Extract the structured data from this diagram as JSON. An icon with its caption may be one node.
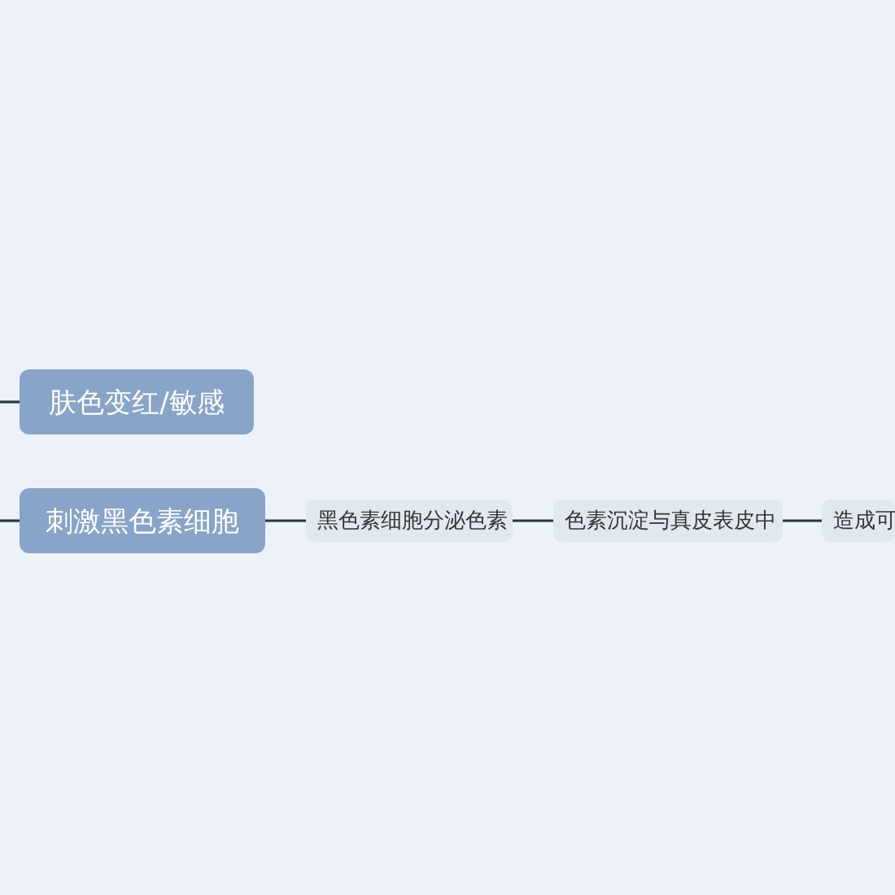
{
  "diagram": {
    "nodes": [
      {
        "text": [
          "肤色变红/敏感"
        ]
      },
      {
        "text": [
          "刺激黑色素细胞"
        ]
      },
      {
        "text": [
          "黑色素细胞分泌色素"
        ]
      },
      {
        "text": [
          "色素沉淀与真皮表皮中"
        ]
      },
      {
        "text": [
          "造成可"
        ]
      }
    ],
    "edges": [
      {
        "from": null,
        "to": 0,
        "arrow": "none"
      },
      {
        "from": null,
        "to": 1,
        "arrow": "none"
      },
      {
        "from": 1,
        "to": 2,
        "arrow": "none"
      },
      {
        "from": 2,
        "to": 3,
        "arrow": "none"
      },
      {
        "from": 3,
        "to": 4,
        "arrow": "none"
      }
    ]
  }
}
